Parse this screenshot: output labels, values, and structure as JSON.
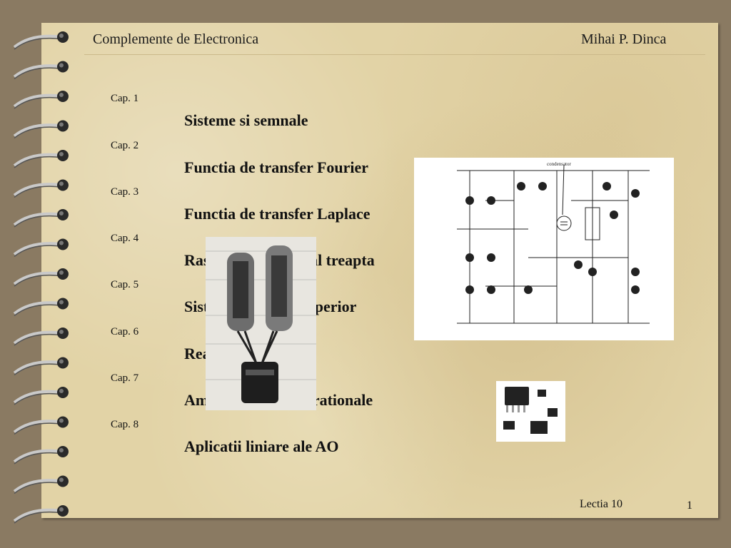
{
  "header": {
    "left": "Complemente de Electronica",
    "right": "Mihai P. Dinca"
  },
  "chapters": [
    {
      "cap": "Cap. 1",
      "title": "Sisteme si semnale"
    },
    {
      "cap": "Cap. 2",
      "title": "Functia de transfer Fourier"
    },
    {
      "cap": "Cap. 3",
      "title": "Functia de transfer Laplace"
    },
    {
      "cap": "Cap. 4",
      "title": "Raspunsul la semnal treapta"
    },
    {
      "cap": "Cap. 5",
      "title": "Sisteme de ordin superior"
    },
    {
      "cap": "Cap. 6",
      "title": "Reactia negativa"
    },
    {
      "cap": "Cap. 7",
      "title": "Amplificatoare operationale"
    },
    {
      "cap": "Cap. 8",
      "title": "Aplicatii liniare ale AO"
    }
  ],
  "schematic": {
    "label": "condensator"
  },
  "footer": {
    "lesson": "Lectia 10",
    "page": "1"
  }
}
